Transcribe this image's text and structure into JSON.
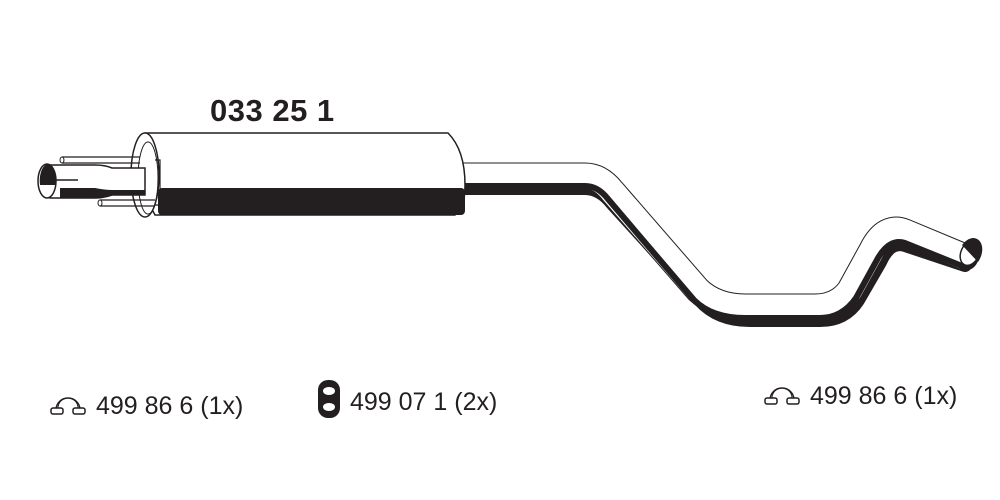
{
  "diagram": {
    "type": "exhaust-parts-diagram",
    "main_part": {
      "number": "033 25 1",
      "component": "middle-silencer-with-pipe"
    },
    "accessories": [
      {
        "icon": "clamp-icon",
        "label": "499 86 6 (1x)"
      },
      {
        "icon": "rubber-mount-icon",
        "label": "499 07 1 (2x)"
      },
      {
        "icon": "clamp-icon",
        "label": "499 86 6 (1x)"
      }
    ],
    "colors": {
      "line": "#231f20",
      "fill": "#ffffff"
    }
  }
}
